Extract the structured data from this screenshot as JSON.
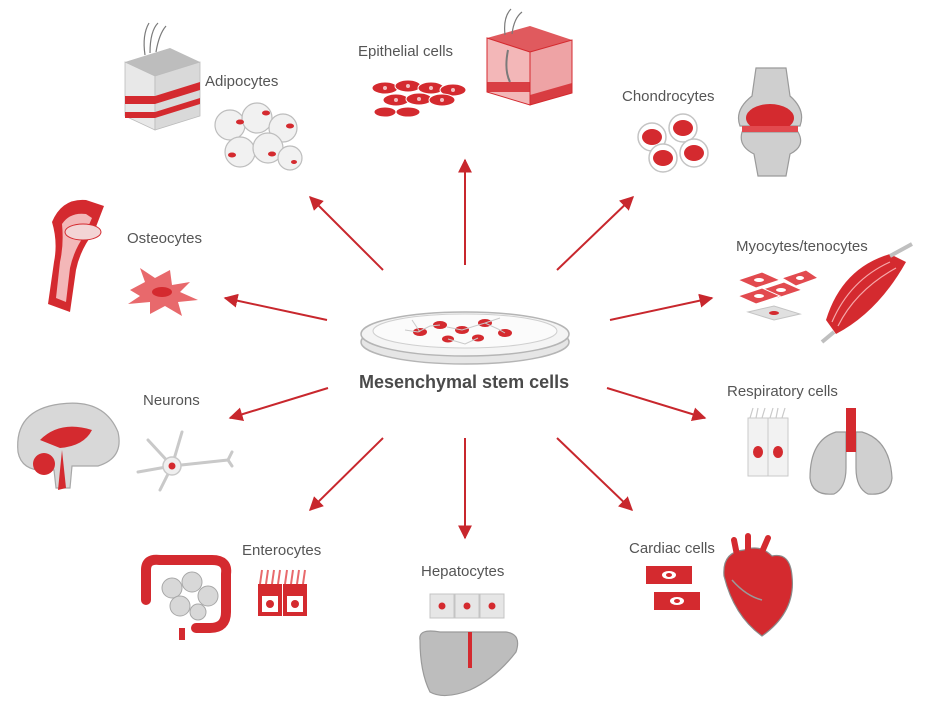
{
  "center": {
    "label": "Mesenchymal stem cells"
  },
  "targets": [
    {
      "id": "epithelial",
      "label": "Epithelial cells"
    },
    {
      "id": "adipocytes",
      "label": "Adipocytes"
    },
    {
      "id": "chondrocytes",
      "label": "Chondrocytes"
    },
    {
      "id": "osteocytes",
      "label": "Osteocytes"
    },
    {
      "id": "myocytes",
      "label": "Myocytes/tenocytes"
    },
    {
      "id": "neurons",
      "label": "Neurons"
    },
    {
      "id": "respiratory",
      "label": "Respiratory cells"
    },
    {
      "id": "enterocytes",
      "label": "Enterocytes"
    },
    {
      "id": "hepatocytes",
      "label": "Hepatocytes"
    },
    {
      "id": "cardiac",
      "label": "Cardiac cells"
    }
  ],
  "colors": {
    "accent": "#d42a2f",
    "gray": "#9a9a9a",
    "text": "#555555"
  }
}
